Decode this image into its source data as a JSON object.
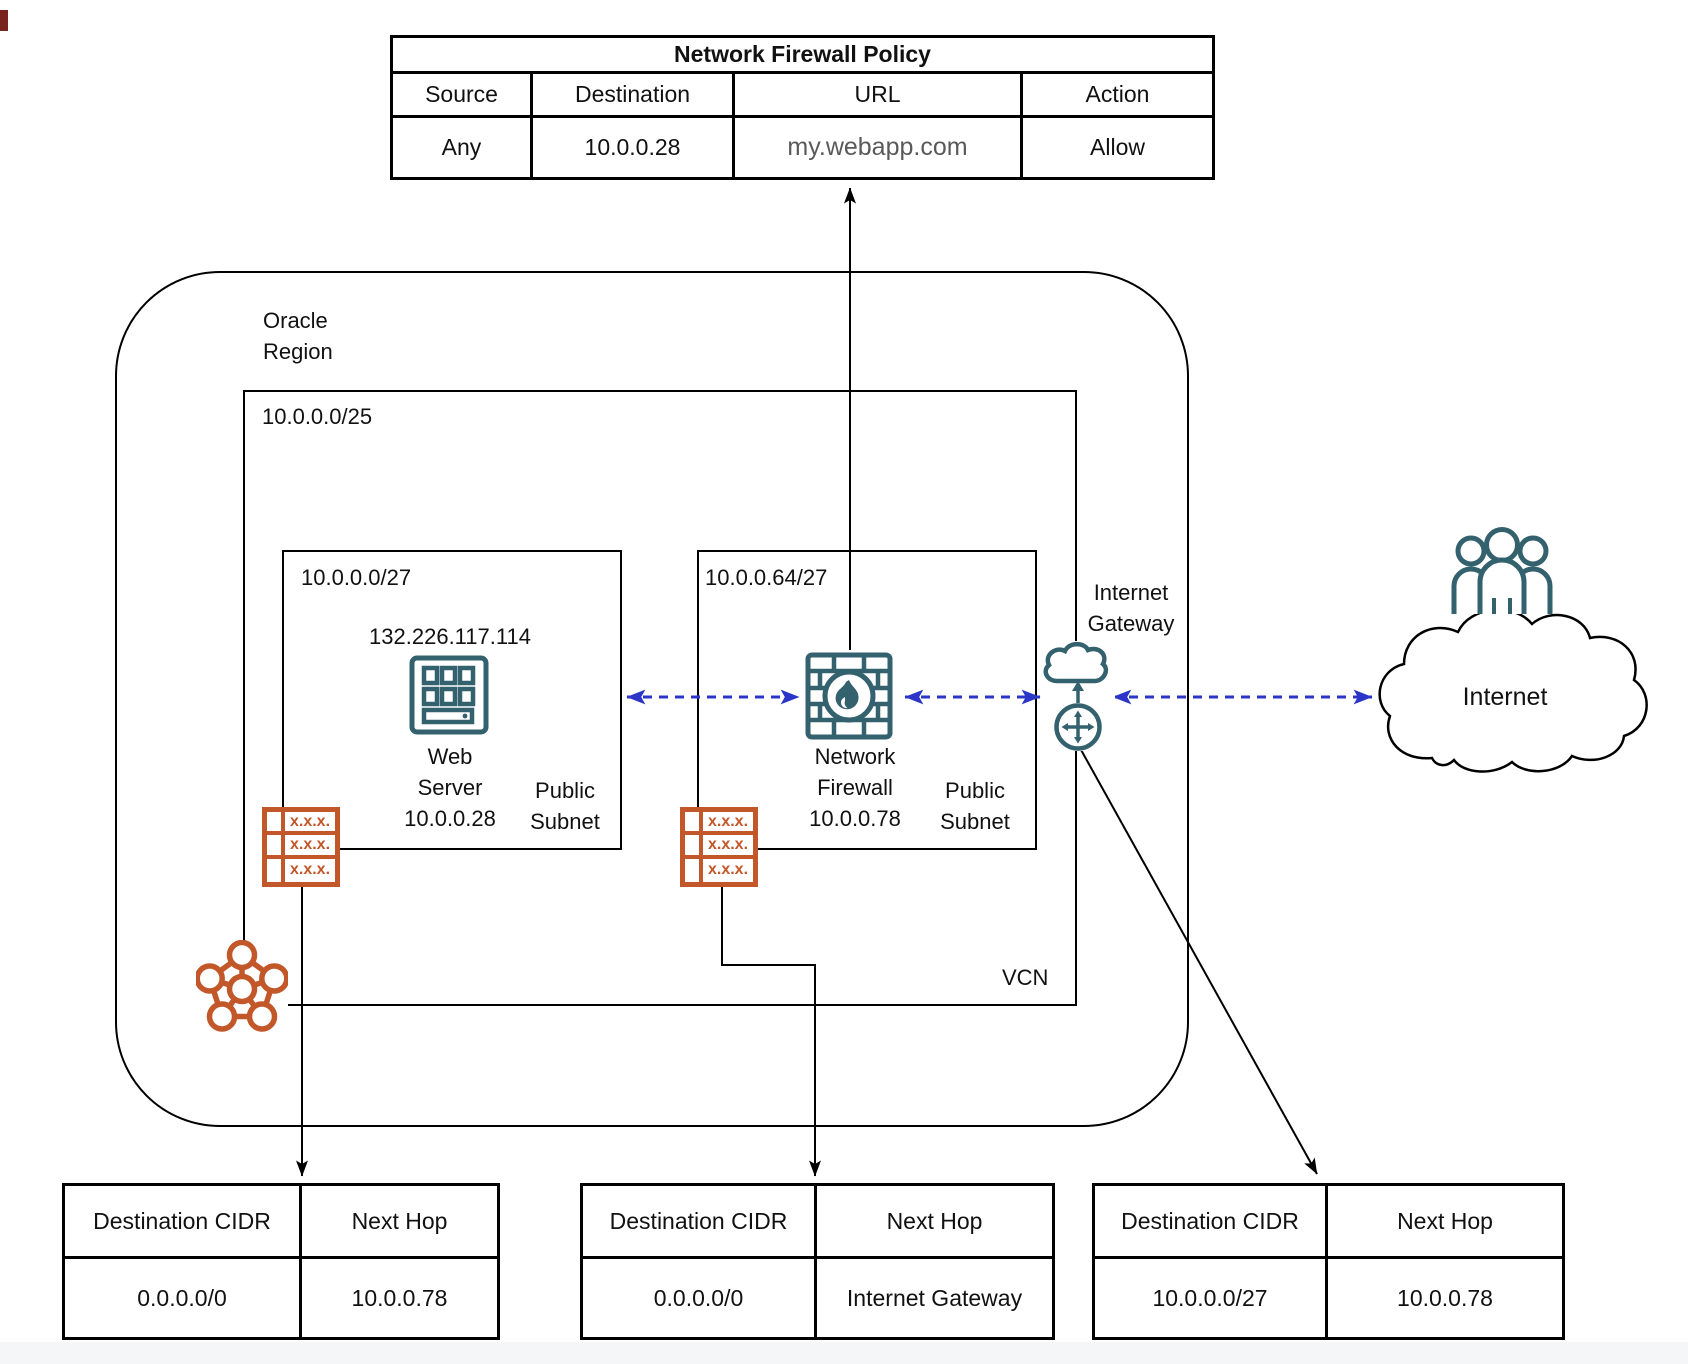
{
  "policy_table": {
    "title": "Network Firewall Policy",
    "headers": [
      "Source",
      "Destination",
      "URL",
      "Action"
    ],
    "row": [
      "Any",
      "10.0.0.28",
      "my.webapp.com",
      "Allow"
    ]
  },
  "region": {
    "lines": [
      "Oracle",
      "Region"
    ]
  },
  "vcn": {
    "cidr": "10.0.0.0/25",
    "label": "VCN"
  },
  "subnet_web": {
    "cidr": "10.0.0.0/27",
    "public_ip": "132.226.117.114",
    "icon_label": [
      "Web",
      "Server",
      "10.0.0.28"
    ],
    "type": [
      "Public",
      "Subnet"
    ]
  },
  "subnet_fw": {
    "cidr": "10.0.0.64/27",
    "icon_label": [
      "Network",
      "Firewall",
      "10.0.0.78"
    ],
    "type": [
      "Public",
      "Subnet"
    ]
  },
  "internet_gateway": {
    "label": [
      "Internet",
      "Gateway"
    ]
  },
  "internet": {
    "label": "Internet"
  },
  "route_icon": {
    "cell": "x.x.x."
  },
  "route_tables": [
    {
      "headers": [
        "Destination CIDR",
        "Next Hop"
      ],
      "row": [
        "0.0.0.0/0",
        "10.0.0.78"
      ]
    },
    {
      "headers": [
        "Destination CIDR",
        "Next Hop"
      ],
      "row": [
        "0.0.0.0/0",
        "Internet Gateway"
      ]
    },
    {
      "headers": [
        "Destination CIDR",
        "Next Hop"
      ],
      "row": [
        "10.0.0.0/27",
        "10.0.0.78"
      ]
    }
  ],
  "colors": {
    "icon_teal": "#33616e",
    "icon_orange": "#c2572a",
    "arrow_blue": "#2b35c8",
    "url_gray": "#595959",
    "line_black": "#000000"
  }
}
